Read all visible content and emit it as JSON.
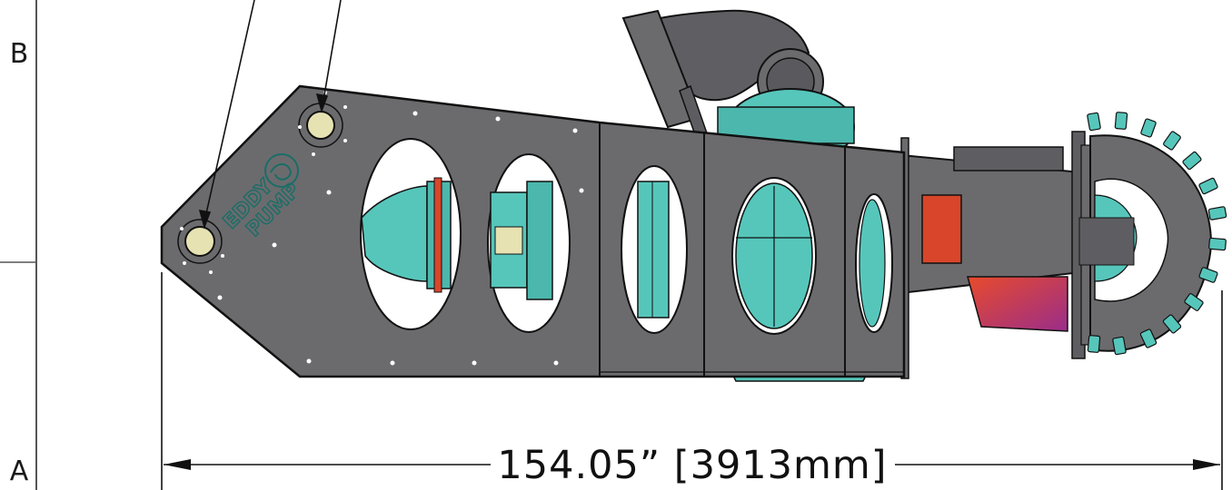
{
  "border_zones": {
    "upper": "B",
    "lower": "A"
  },
  "overall_length_dimension": {
    "label": "154.05” [3913mm]"
  },
  "nameplate_logo": {
    "line1": "EDDY",
    "line2": "PUMP"
  },
  "colors": {
    "frame_steel": "#6b6b6e",
    "pump_casing": "#56c6bb",
    "flange_red": "#d9452a",
    "hub_gradient_start": "#e84b2c",
    "hub_gradient_end": "#9a2d8a",
    "bushing": "#e6e2b2",
    "line": "#111111"
  }
}
